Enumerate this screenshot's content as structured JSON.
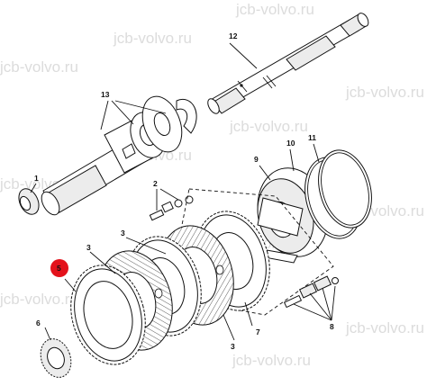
{
  "watermark": {
    "text": "jcb-volvo.ru"
  },
  "callouts": {
    "c1": "1",
    "c2": "2",
    "c3a": "3",
    "c3b": "3",
    "c5": "5",
    "c6": "6",
    "c7": "7",
    "c8": "8",
    "c9": "9",
    "c10": "10",
    "c11": "11",
    "c12": "12",
    "c13": "13"
  },
  "colors": {
    "highlight": "#e3121b",
    "line": "#111111",
    "watermark": "#dcdcdc"
  }
}
